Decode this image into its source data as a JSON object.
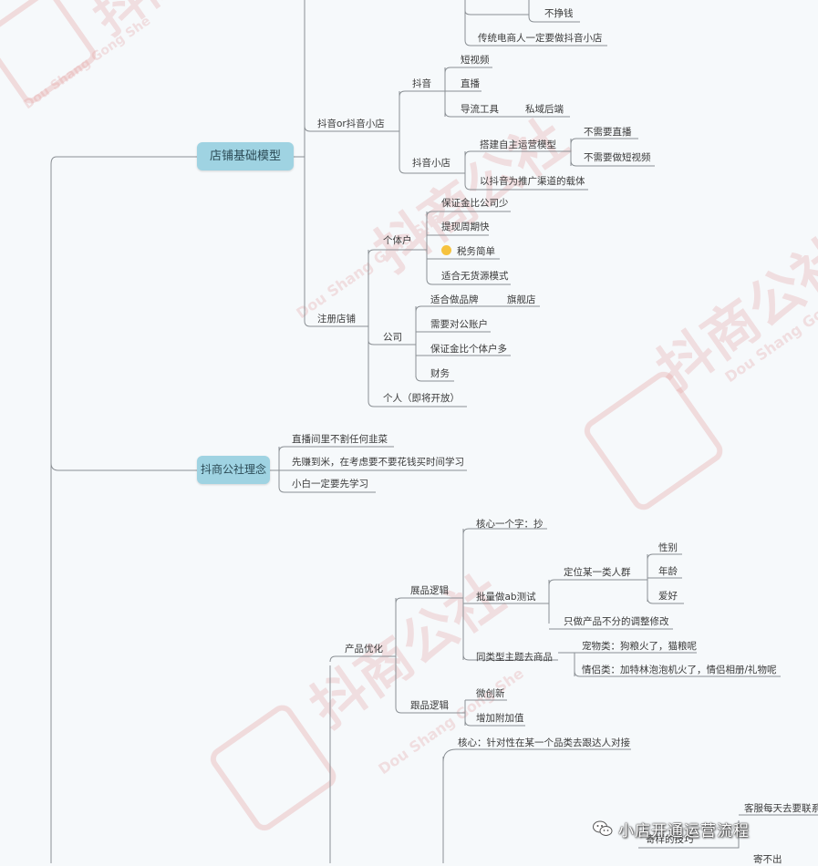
{
  "main_topics": {
    "t1": "店铺基础模型",
    "t2": "抖商公社理念"
  },
  "branches": {
    "b_top_no_profit": "不挣钱",
    "b_traditional": "传统电商人一定要做抖音小店",
    "b_dy_or_store": "抖音or抖音小店",
    "b_douyin": "抖音",
    "b_short_video": "短视频",
    "b_live": "直播",
    "b_traffic_tool": "导流工具",
    "b_private_domain": "私域后端",
    "b_dy_store": "抖音小店",
    "b_self_operate": "搭建自主运营模型",
    "b_no_live": "不需要直播",
    "b_no_short_video": "不需要做短视频",
    "b_carrier": "以抖音为推广渠道的载体",
    "b_register": "注册店铺",
    "b_individual": "个体户",
    "b_deposit_less": "保证金比公司少",
    "b_withdraw_fast": "提现周期快",
    "b_tax_simple": "税务简单",
    "b_no_stock": "适合无货源模式",
    "b_company": "公司",
    "b_brand": "适合做品牌",
    "b_flagship": "旗舰店",
    "b_public_account": "需要对公账户",
    "b_deposit_more": "保证金比个体户多",
    "b_finance": "财务",
    "b_personal": "个人（即将开放）",
    "c_live_room": "直播间里不割任何韭菜",
    "c_earn_first": "先赚到米，在考虑要不要花钱买时间学习",
    "c_learn_first": "小白一定要先学习",
    "p_optimize": "产品优化",
    "p_select_logic": "展品逻辑",
    "p_core_copy": "核心一个字：抄",
    "p_ab_test": "批量做ab测试",
    "p_target_group": "定位某一类人群",
    "p_gender": "性别",
    "p_age": "年龄",
    "p_hobby": "爱好",
    "p_no_split": "只做产品不分的调整修改",
    "p_same_theme": "同类型主题去商品",
    "p_pet": "宠物类：狗粮火了，猫粮呢",
    "p_couple": "情侣类：加特林泡泡机火了，情侣相册/礼物呢",
    "p_follow_logic": "跟品逻辑",
    "p_micro_innov": "微创新",
    "p_add_value": "增加附加值",
    "p_core_target": "核心：针对性在某一个品类去跟达人对接",
    "p_service_daily": "客服每天去要联系",
    "p_sample": "寄样的技巧",
    "p_partial": "寄不出"
  },
  "watermark": {
    "logo_text": "抖商公社",
    "sub_text": "Dou Shang Gong She"
  },
  "footer": {
    "channel": "小店开通运营流程",
    "icon": "wechat-icon"
  },
  "colors": {
    "topic_fill": "#9fd3e2",
    "line": "#8a8f94",
    "watermark": "#e8a4a4"
  }
}
